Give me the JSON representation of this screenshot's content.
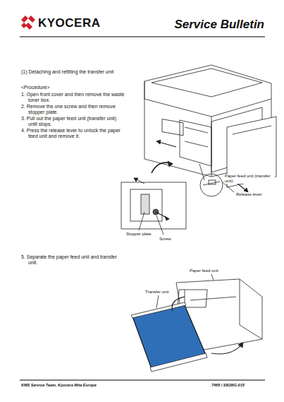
{
  "diagram": {
    "title": "Service Bulletin",
    "labels": [
      "KYOCERA",
      "(1) Detaching and refitting the transfer unit",
      "<Procedure>",
      "1. Open front cover and then remove the waste toner box.",
      "2. Remove the one screw and then remove stopper plate.",
      "3. Pull out the paper feed unit (transfer unit) until stops.",
      "4. Press the release lever to unlock the paper feed unit and remove it.",
      "Paper feed unit (transfer unit)",
      "Release lever",
      "Stopper plate",
      "Screw",
      "5. Separate the paper feed unit and transfer unit.",
      "Paper feed unit",
      "Transfer unit",
      "KMS Service Team, Kyocera Mita Europe",
      "7465 / SB2BG-015"
    ]
  }
}
